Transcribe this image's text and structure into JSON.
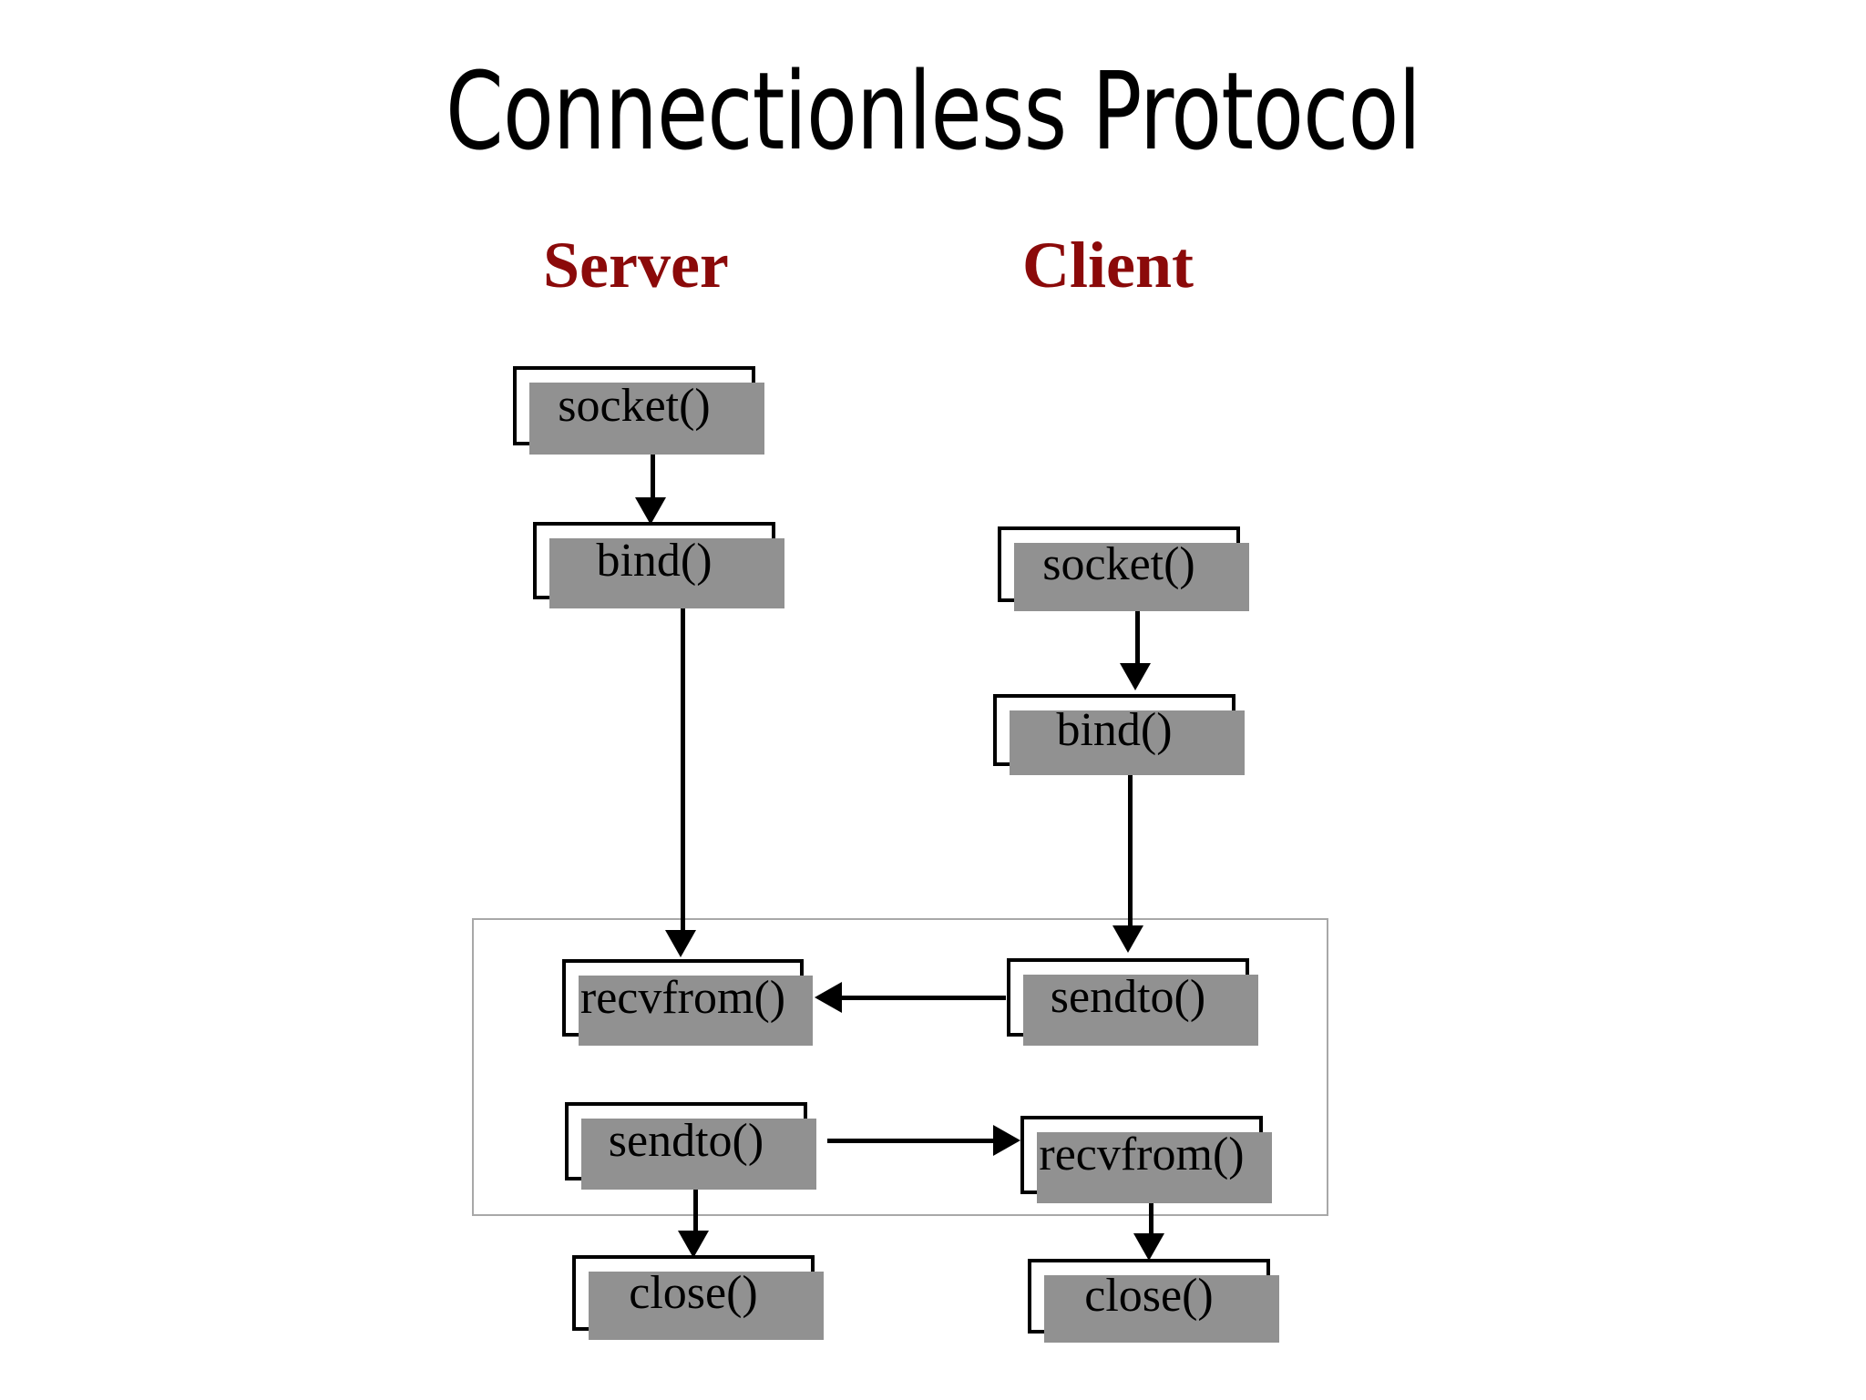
{
  "slide": {
    "title": "Connectionless Protocol",
    "background_color": "#ffffff"
  },
  "columns": [
    {
      "id": "server",
      "label": "Server",
      "color": "#8B0A0A"
    },
    {
      "id": "client",
      "label": "Client",
      "color": "#8B0A0A"
    }
  ],
  "colors": {
    "heading": "#8B0A0A",
    "box_border": "#000000",
    "box_fill": "#ffffff",
    "box_shadow": "#919191",
    "connector": "#000000",
    "loop_border": "#a8a8a8",
    "title": "#000000"
  },
  "server_steps": [
    {
      "id": "s-socket",
      "label": "socket()"
    },
    {
      "id": "s-bind",
      "label": "bind()"
    },
    {
      "id": "s-recvfrom",
      "label": "recvfrom()"
    },
    {
      "id": "s-sendto",
      "label": "sendto()"
    },
    {
      "id": "s-close",
      "label": "close()"
    }
  ],
  "client_steps": [
    {
      "id": "c-socket",
      "label": "socket()"
    },
    {
      "id": "c-bind",
      "label": "bind()"
    },
    {
      "id": "c-sendto",
      "label": "sendto()"
    },
    {
      "id": "c-recvfrom",
      "label": "recvfrom()"
    },
    {
      "id": "c-close",
      "label": "close()"
    }
  ],
  "connections": [
    {
      "from": "s-socket",
      "to": "s-bind",
      "direction": "down"
    },
    {
      "from": "s-bind",
      "to": "s-recvfrom",
      "direction": "down"
    },
    {
      "from": "s-sendto",
      "to": "s-close",
      "direction": "down"
    },
    {
      "from": "c-socket",
      "to": "c-bind",
      "direction": "down"
    },
    {
      "from": "c-bind",
      "to": "c-sendto",
      "direction": "down"
    },
    {
      "from": "c-recvfrom",
      "to": "c-close",
      "direction": "down"
    },
    {
      "from": "c-sendto",
      "to": "s-recvfrom",
      "direction": "left"
    },
    {
      "from": "s-sendto",
      "to": "c-recvfrom",
      "direction": "right"
    }
  ],
  "loop_group": {
    "name": "data-exchange-loop",
    "contains": [
      "s-recvfrom",
      "s-sendto",
      "c-sendto",
      "c-recvfrom"
    ]
  }
}
